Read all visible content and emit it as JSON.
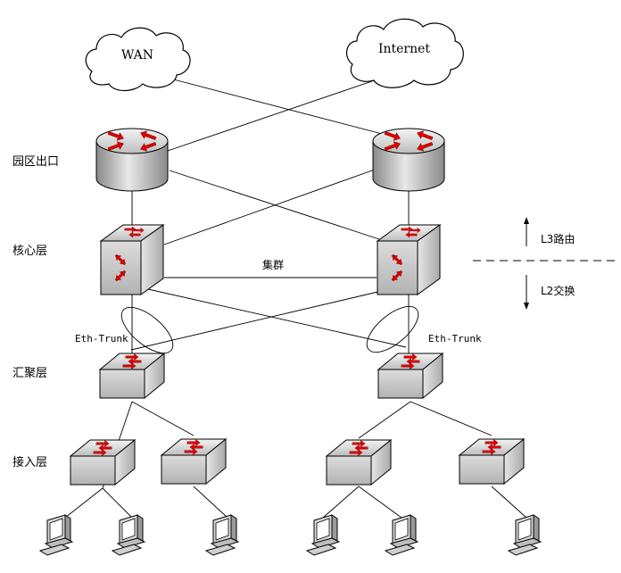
{
  "clouds": {
    "wan": "WAN",
    "internet": "Internet"
  },
  "layers": {
    "egress": "园区出口",
    "core": "核心层",
    "aggregation": "汇聚层",
    "access": "接入层"
  },
  "cluster_label": "集群",
  "eth_trunk": {
    "left": "Eth-Trunk",
    "right": "Eth-Trunk"
  },
  "routing": {
    "l3": "L3路由",
    "l2": "L2交换"
  },
  "colors": {
    "arrow_red": "#e00000",
    "device_gray": "#cfcfcf",
    "line": "#000000"
  }
}
